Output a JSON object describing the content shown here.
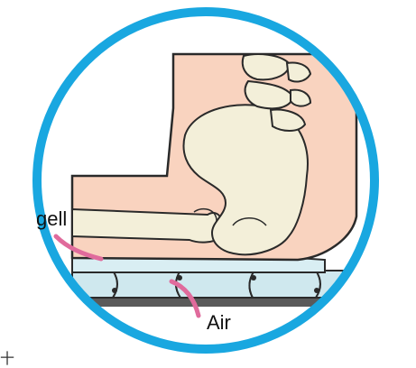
{
  "labels": {
    "gell": "gell",
    "air": "Air",
    "corner_mark": "十"
  },
  "colors": {
    "frame": "#19a7e0",
    "skin": "#f9d3bf",
    "outline": "#2a2a2a",
    "bone": "#f3efd9",
    "pointer": "#e06b9c",
    "cushion": "#cfe8ee",
    "base": "#4a4a4a"
  },
  "icons": [
    "heel-skin-shape",
    "calcaneus-bone",
    "ankle-vertebra-bones",
    "air-cushion-cells",
    "gel-layer",
    "gell-pointer-line",
    "air-pointer-line"
  ]
}
